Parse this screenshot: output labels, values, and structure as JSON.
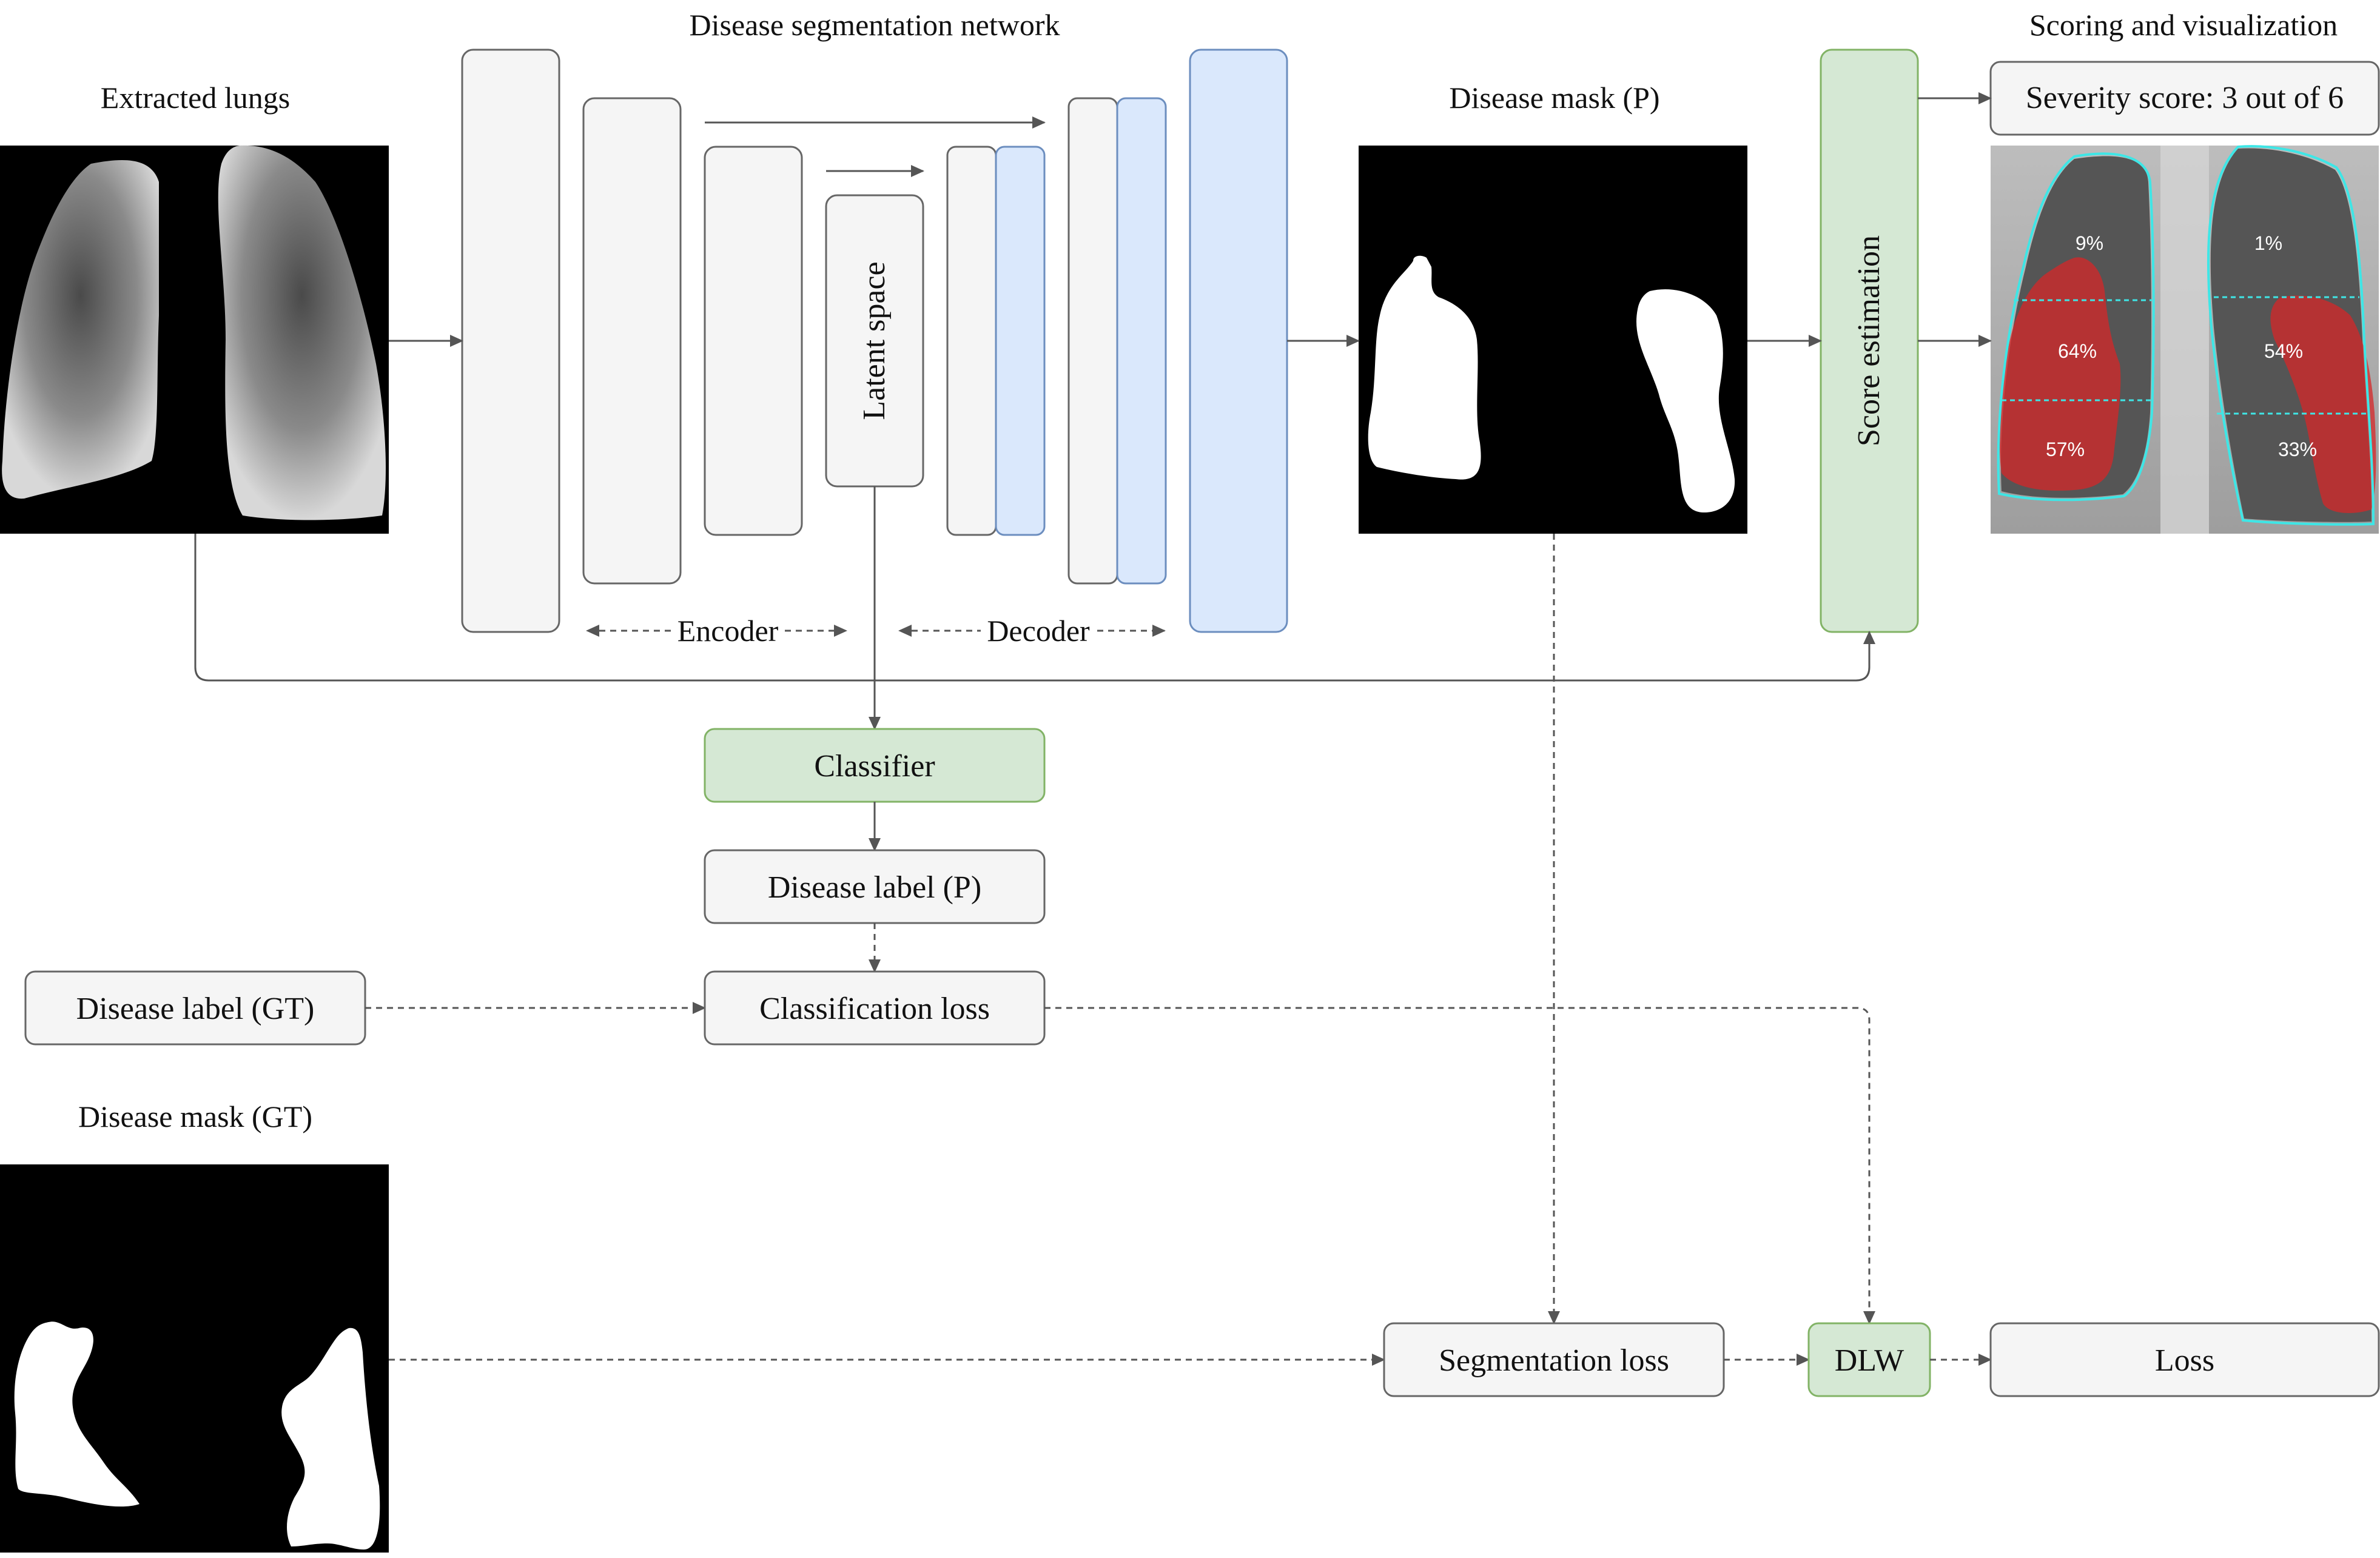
{
  "headings": {
    "extracted_lungs": "Extracted lungs",
    "segmentation_network": "Disease segmentation network",
    "disease_mask_pred": "Disease mask (P)",
    "scoring_visualization": "Scoring and visualization",
    "disease_mask_gt": "Disease mask (GT)"
  },
  "network": {
    "latent_space": "Latent space",
    "encoder": "Encoder",
    "decoder": "Decoder"
  },
  "boxes": {
    "score_estimation": "Score estimation",
    "severity_score": "Severity score: 3 out of 6",
    "classifier": "Classifier",
    "disease_label_pred": "Disease label (P)",
    "disease_label_gt": "Disease label (GT)",
    "classification_loss": "Classification loss",
    "segmentation_loss": "Segmentation loss",
    "dlw": "DLW",
    "loss": "Loss"
  },
  "lung_zones": {
    "right_upper": "9%",
    "right_middle": "64%",
    "right_lower": "57%",
    "left_upper": "1%",
    "left_middle": "54%",
    "left_lower": "33%"
  },
  "colors": {
    "gray_box_fill": "#f5f5f5",
    "gray_box_stroke": "#666666",
    "blue_box_fill": "#dae8fc",
    "blue_box_stroke": "#6c8ebf",
    "green_box_fill": "#d5e8d4",
    "green_box_stroke": "#82b366",
    "lesion_fill": "#d62728",
    "lung_contour": "#3ee6e6"
  }
}
